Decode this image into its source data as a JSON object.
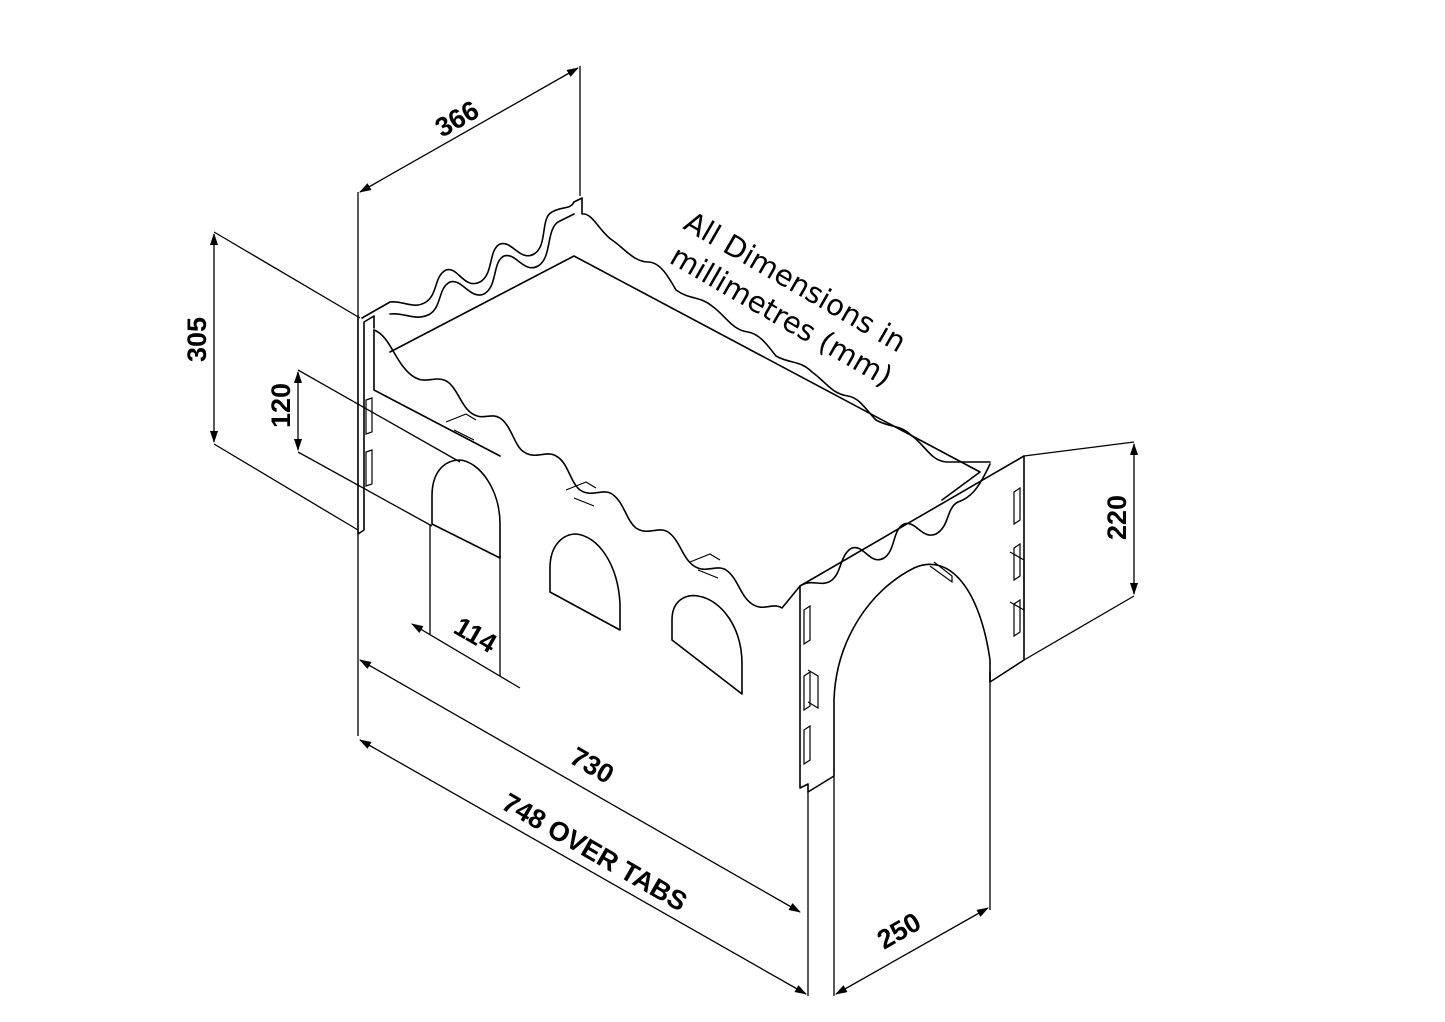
{
  "note": {
    "line1": "All Dimensions in",
    "line2": "millimetres (mm)"
  },
  "dimensions": {
    "depth_top": "366",
    "height_total": "305",
    "window_height": "120",
    "window_width": "114",
    "length": "730",
    "length_over_tabs": "748 OVER TABS",
    "end_height": "220",
    "end_width": "250"
  }
}
